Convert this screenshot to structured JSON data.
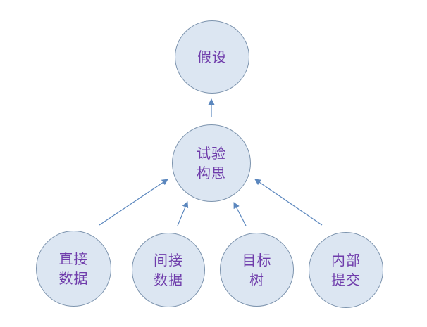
{
  "diagram": {
    "nodes": {
      "hypothesis": "假设",
      "design": "试验\n构思",
      "direct": "直接\n数据",
      "indirect": "间接\n数据",
      "goal_tree": "目标\n树",
      "internal": "内部\n提交"
    },
    "edges": [
      {
        "from": "design",
        "to": "hypothesis"
      },
      {
        "from": "direct",
        "to": "design"
      },
      {
        "from": "indirect",
        "to": "design"
      },
      {
        "from": "goal_tree",
        "to": "design"
      },
      {
        "from": "internal",
        "to": "design"
      }
    ],
    "colors": {
      "node_fill": "#dce6f2",
      "node_border": "#7d94ae",
      "text": "#6f3cab",
      "arrow": "#5b87be"
    }
  }
}
